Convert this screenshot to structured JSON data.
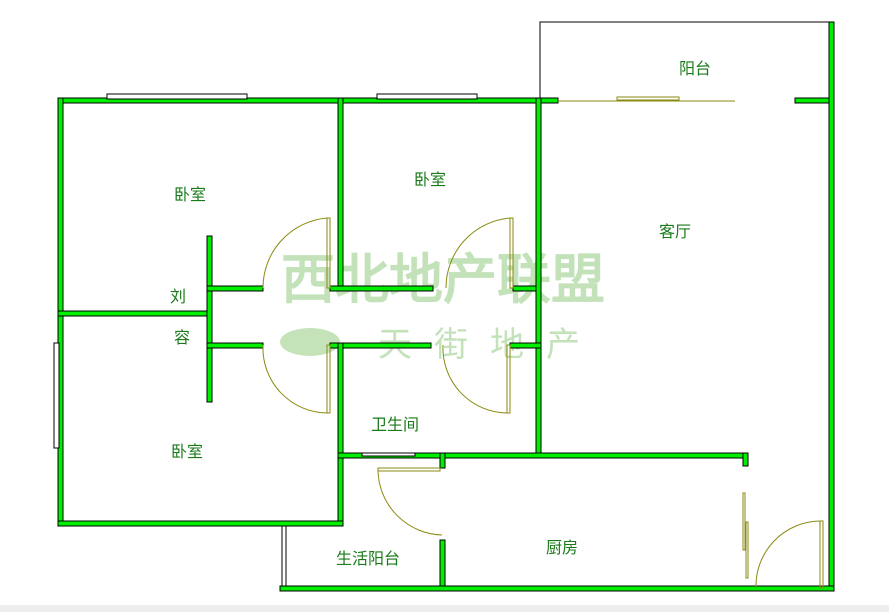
{
  "rooms": {
    "balcony": "阳台",
    "bedroom_top_left": "卧室",
    "bedroom_top_middle": "卧室",
    "living_room": "客厅",
    "bedroom_bottom_left": "卧室",
    "bathroom": "卫生间",
    "kitchen": "厨房",
    "utility_balcony": "生活阳台"
  },
  "annotations": {
    "char1": "刘",
    "char2": "容"
  },
  "watermark": {
    "main": "西北地产联盟",
    "sub": "天街地产"
  },
  "colors": {
    "wall": "#00ee00",
    "text": "#1a7a1a",
    "door": "#8a8a10",
    "watermark": "#b5dca8"
  }
}
